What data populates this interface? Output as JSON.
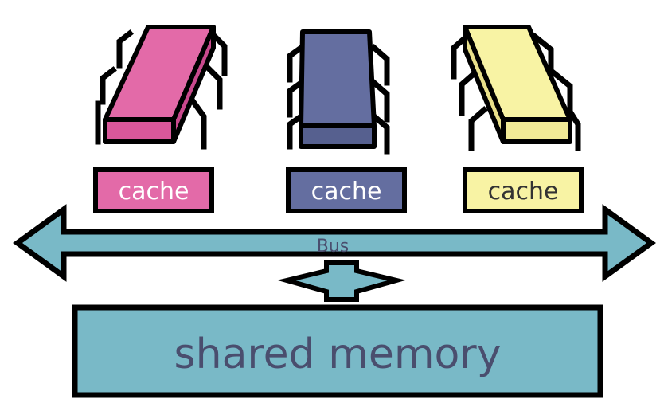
{
  "processors": [
    {
      "id": "cpu-pink",
      "cache_label": "cache",
      "color": "#e36aa8",
      "label_color": "#ffffff"
    },
    {
      "id": "cpu-purple",
      "cache_label": "cache",
      "color": "#646ea0",
      "label_color": "#ffffff"
    },
    {
      "id": "cpu-yellow",
      "cache_label": "cache",
      "color": "#f8f3a4",
      "label_color": "#333333"
    }
  ],
  "bus": {
    "label": "Bus",
    "color": "#79b9c7"
  },
  "memory": {
    "label": "shared memory",
    "color": "#79b9c7"
  },
  "outline_color": "#000000"
}
